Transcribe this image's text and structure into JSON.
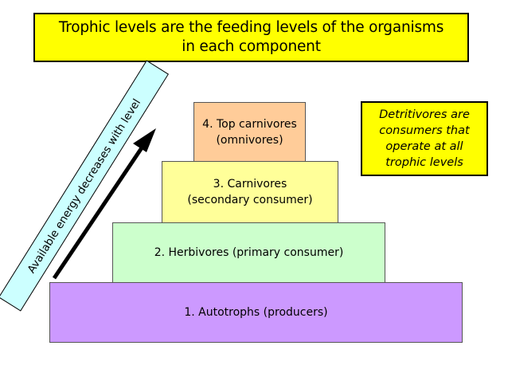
{
  "title": {
    "line1": "Trophic levels are the feeding levels of the organisms",
    "line2": "in each component",
    "background": "#ffff00"
  },
  "pyramid": {
    "levels": [
      {
        "label_line1": "1. Autotrophs (producers)",
        "label_line2": "",
        "color": "#cc99ff"
      },
      {
        "label_line1": "2. Herbivores (primary consumer)",
        "label_line2": "",
        "color": "#ccffcc"
      },
      {
        "label_line1": "3. Carnivores",
        "label_line2": "(secondary consumer)",
        "color": "#ffff99"
      },
      {
        "label_line1": "4. Top carnivores",
        "label_line2": "(omnivores)",
        "color": "#ffcc99"
      }
    ]
  },
  "detritivores": {
    "lines": [
      "Detritivores are",
      "consumers that",
      "operate at all",
      "trophic levels"
    ],
    "background": "#ffff00"
  },
  "energy": {
    "label": "Available energy decreases with level",
    "band_color": "#ccffff",
    "arrow_color": "#000000",
    "arrow_icon": "up-right-arrow"
  }
}
